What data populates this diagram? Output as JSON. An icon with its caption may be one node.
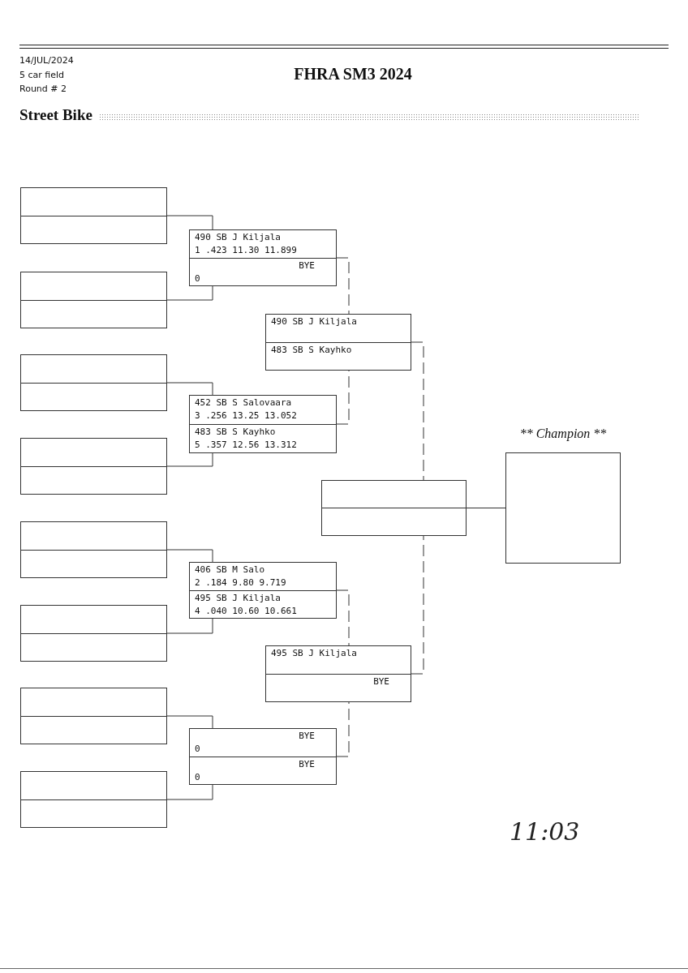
{
  "diagram": {
    "title": "FHRA SM3 2024",
    "nodes": [
      {
        "text": [],
        "shape": "box"
      },
      {
        "text": [],
        "shape": "box"
      },
      {
        "text": [],
        "shape": "box"
      },
      {
        "text": [],
        "shape": "box"
      },
      {
        "text": [],
        "shape": "box"
      },
      {
        "text": [],
        "shape": "box"
      },
      {
        "text": [],
        "shape": "box"
      },
      {
        "text": [],
        "shape": "box"
      },
      {
        "text": [
          "490 SB J Kiljala",
          "1 .423 11.30 11.899",
          "BYE",
          "0"
        ]
      },
      {
        "text": [
          "452 SB S Salovaara",
          "3 .256 13.25 13.052",
          "483 SB S Kayhko",
          "5 .357 12.56 13.312"
        ]
      },
      {
        "text": [
          "406 SB M Salo",
          "2 .184 9.80 9.719",
          "495 SB J Kiljala",
          "4 .040 10.60 10.661"
        ]
      },
      {
        "text": [
          "BYE",
          "0",
          "BYE",
          "0"
        ]
      },
      {
        "text": [
          "490 SB J Kiljala",
          "483 SB S Kayhko"
        ]
      },
      {
        "text": [
          "495 SB J Kiljala",
          "BYE"
        ]
      },
      {
        "text": [],
        "shape": "box"
      },
      {
        "text": [
          "** Champion **"
        ]
      }
    ],
    "edges": [
      {
        "from": 0,
        "to": 8,
        "arrow": "none"
      },
      {
        "from": 1,
        "to": 8,
        "arrow": "none"
      },
      {
        "from": 2,
        "to": 9,
        "arrow": "none"
      },
      {
        "from": 3,
        "to": 9,
        "arrow": "none"
      },
      {
        "from": 4,
        "to": 10,
        "arrow": "none"
      },
      {
        "from": 5,
        "to": 10,
        "arrow": "none"
      },
      {
        "from": 6,
        "to": 11,
        "arrow": "none"
      },
      {
        "from": 7,
        "to": 11,
        "arrow": "none"
      },
      {
        "from": 8,
        "to": 12,
        "arrow": "none",
        "style": "dashed"
      },
      {
        "from": 9,
        "to": 12,
        "arrow": "none",
        "style": "dashed"
      },
      {
        "from": 10,
        "to": 13,
        "arrow": "none",
        "style": "dashed"
      },
      {
        "from": 11,
        "to": 13,
        "arrow": "none",
        "style": "dashed"
      },
      {
        "from": 12,
        "to": 14,
        "arrow": "none",
        "style": "dashed"
      },
      {
        "from": 13,
        "to": 14,
        "arrow": "none",
        "style": "dashed"
      },
      {
        "from": 14,
        "to": 15,
        "arrow": "none"
      }
    ],
    "labels": [
      "14/JUL/2024",
      "5 car field",
      "Round # 2",
      "Street Bike",
      "11:03"
    ]
  }
}
